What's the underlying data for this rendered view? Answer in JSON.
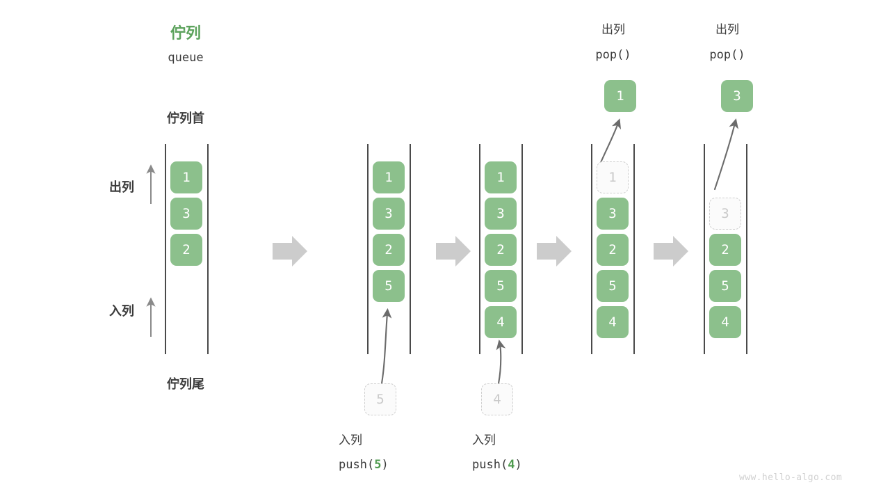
{
  "diagram": {
    "title_cn": "佇列",
    "title_en": "queue",
    "head_label": "佇列首",
    "tail_label": "佇列尾",
    "dequeue_label": "出列",
    "enqueue_label": "入列",
    "watermark": "www.hello-algo.com",
    "colors": {
      "green": "#8CC08C",
      "green_text": "#5CA25C",
      "ghost_border": "#cfcfcf",
      "ghost_text": "#c9c9c9",
      "rail": "#4a4a4a",
      "arrow_gray": "#cccccc",
      "curve_arrow": "#6b6b6b",
      "text": "#3b3b3b"
    }
  },
  "columns": [
    {
      "id": "initial",
      "cells": [
        {
          "value": "1",
          "state": "solid"
        },
        {
          "value": "3",
          "state": "solid"
        },
        {
          "value": "2",
          "state": "solid"
        }
      ]
    },
    {
      "id": "after-push-5",
      "cells": [
        {
          "value": "1",
          "state": "solid"
        },
        {
          "value": "3",
          "state": "solid"
        },
        {
          "value": "2",
          "state": "solid"
        },
        {
          "value": "5",
          "state": "solid"
        }
      ],
      "incoming": {
        "value": "5",
        "state": "ghost"
      },
      "op_cn": "入列",
      "op_code_prefix": "push(",
      "op_code_num": "5",
      "op_code_suffix": ")"
    },
    {
      "id": "after-push-4",
      "cells": [
        {
          "value": "1",
          "state": "solid"
        },
        {
          "value": "3",
          "state": "solid"
        },
        {
          "value": "2",
          "state": "solid"
        },
        {
          "value": "5",
          "state": "solid"
        },
        {
          "value": "4",
          "state": "solid"
        }
      ],
      "incoming": {
        "value": "4",
        "state": "ghost"
      },
      "op_cn": "入列",
      "op_code_prefix": "push(",
      "op_code_num": "4",
      "op_code_suffix": ")"
    },
    {
      "id": "after-pop-1",
      "cells": [
        {
          "value": "1",
          "state": "ghost"
        },
        {
          "value": "3",
          "state": "solid"
        },
        {
          "value": "2",
          "state": "solid"
        },
        {
          "value": "5",
          "state": "solid"
        },
        {
          "value": "4",
          "state": "solid"
        }
      ],
      "popped": {
        "value": "1",
        "state": "solid"
      },
      "op_cn": "出列",
      "op_code": "pop()"
    },
    {
      "id": "after-pop-3",
      "cells": [
        {
          "value": "",
          "state": "empty"
        },
        {
          "value": "3",
          "state": "ghost"
        },
        {
          "value": "2",
          "state": "solid"
        },
        {
          "value": "5",
          "state": "solid"
        },
        {
          "value": "4",
          "state": "solid"
        }
      ],
      "popped": {
        "value": "3",
        "state": "solid"
      },
      "op_cn": "出列",
      "op_code": "pop()"
    }
  ]
}
